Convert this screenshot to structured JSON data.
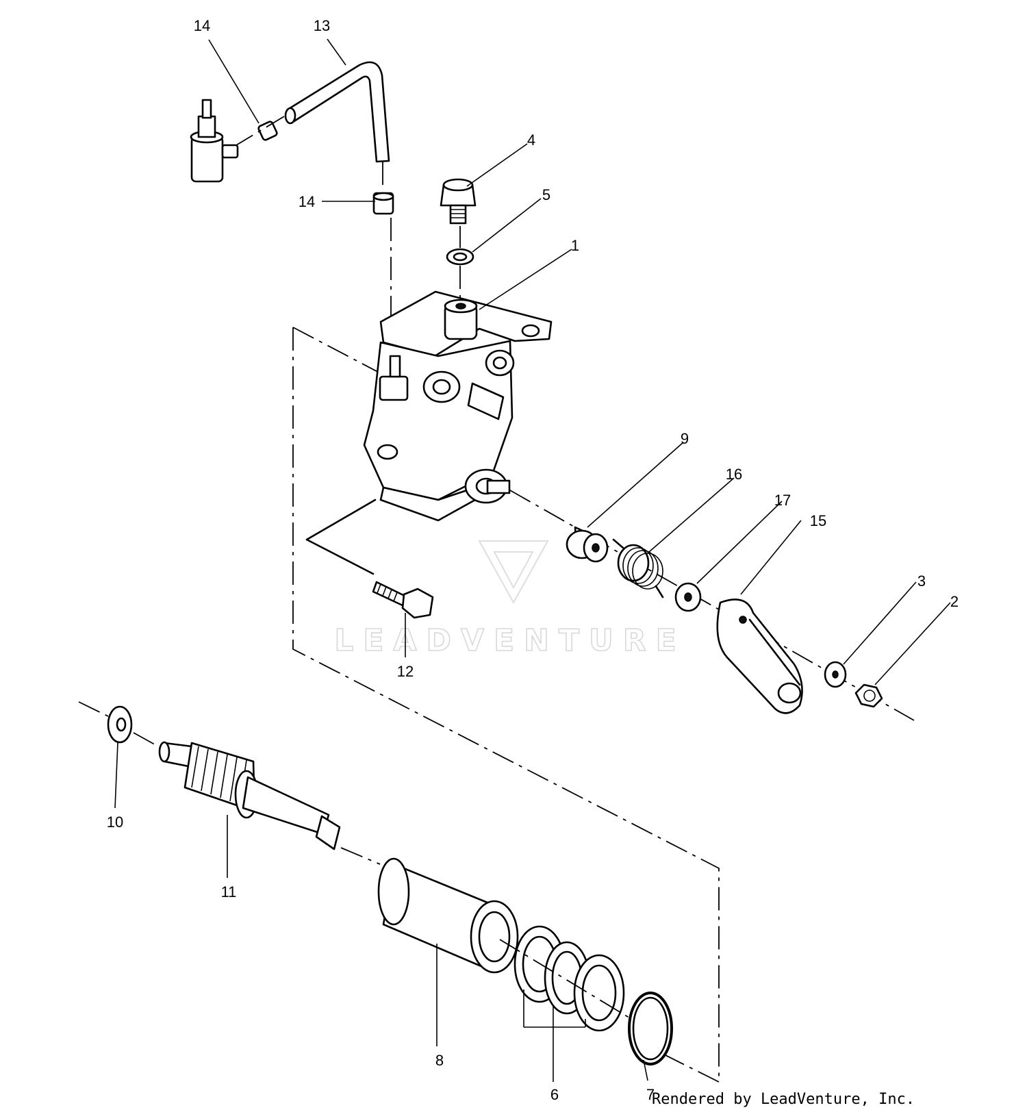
{
  "callouts": {
    "c1": "1",
    "c2": "2",
    "c3": "3",
    "c4": "4",
    "c5": "5",
    "c6": "6",
    "c7": "7",
    "c8": "8",
    "c9": "9",
    "c10": "10",
    "c11": "11",
    "c12": "12",
    "c13": "13",
    "c14a": "14",
    "c14b": "14",
    "c15": "15",
    "c16": "16",
    "c17": "17"
  },
  "watermark": {
    "text": "LEADVENTURE"
  },
  "credit": "Rendered by LeadVenture, Inc."
}
